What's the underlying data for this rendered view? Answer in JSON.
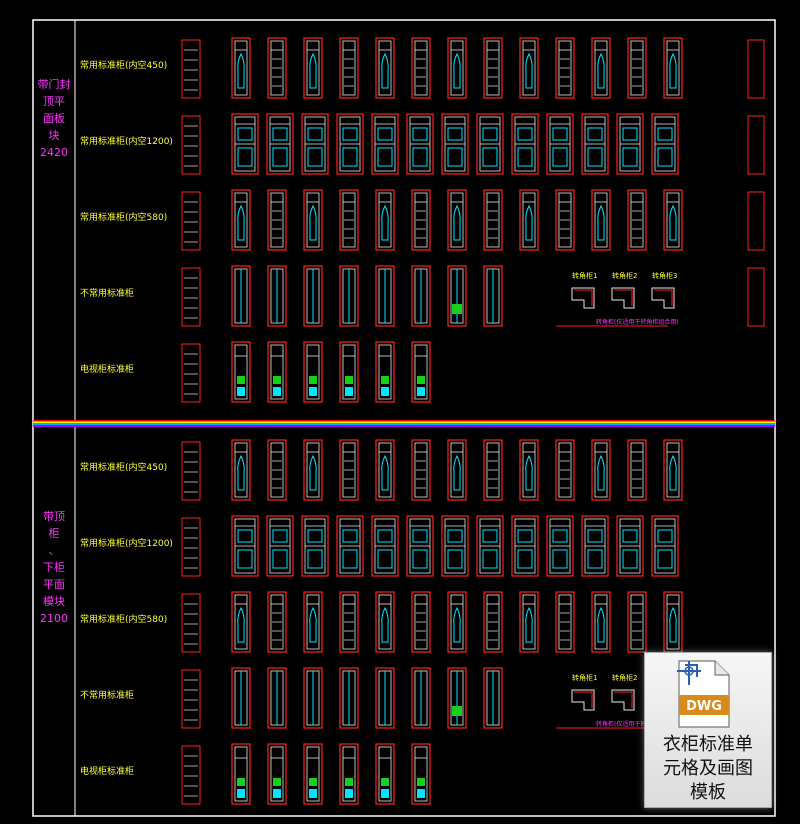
{
  "colors": {
    "background": "#000000",
    "frame": "#ffffff",
    "unit_outline": "#ff2020",
    "unit_inner": "#e8e8e8",
    "hanging_figure": "#00e5ff",
    "drawer": "#16d01c",
    "row_label": "#ffff33",
    "section_label": "#ff33ff",
    "divider_rainbow": [
      "#ff0000",
      "#ff8800",
      "#ffff00",
      "#00dd00",
      "#00aaff",
      "#3333ff",
      "#aa00ff"
    ]
  },
  "sections": [
    {
      "label_lines": [
        "带门封",
        "顶平",
        "面板",
        "块",
        "2420"
      ],
      "rows": [
        {
          "label": "常用标准柜(内空450)",
          "unit_count": 13,
          "kind": "standard"
        },
        {
          "label": "常用标准柜(内空1200)",
          "unit_count": 13,
          "kind": "wide"
        },
        {
          "label": "常用标准柜(内空580)",
          "unit_count": 13,
          "kind": "standard"
        },
        {
          "label": "不常用标准柜",
          "unit_count": 8,
          "kind": "special"
        },
        {
          "label": "电视柜标准柜",
          "unit_count": 6,
          "kind": "drawer"
        }
      ],
      "corner_labels": [
        "转角柜1",
        "转角柜2",
        "转角柜3"
      ],
      "corner_caption": "转角柜(仅适用于转角柜组合用)"
    },
    {
      "label_lines": [
        "带顶",
        "柜",
        "、",
        "下柜",
        "平面",
        "模块",
        "2100"
      ],
      "rows": [
        {
          "label": "常用标准柜(内空450)",
          "unit_count": 13,
          "kind": "standard"
        },
        {
          "label": "常用标准柜(内空1200)",
          "unit_count": 13,
          "kind": "wide"
        },
        {
          "label": "常用标准柜(内空580)",
          "unit_count": 13,
          "kind": "standard"
        },
        {
          "label": "不常用标准柜",
          "unit_count": 8,
          "kind": "special"
        },
        {
          "label": "电视柜标准柜",
          "unit_count": 6,
          "kind": "drawer"
        }
      ],
      "corner_labels": [
        "转角柜1",
        "转角柜2"
      ],
      "corner_caption": "转角柜(仅适用于转角柜组合用)"
    }
  ],
  "badge": {
    "icon_text": "DWG",
    "lines": [
      "衣柜标准单",
      "元格及画图",
      "模板"
    ]
  }
}
